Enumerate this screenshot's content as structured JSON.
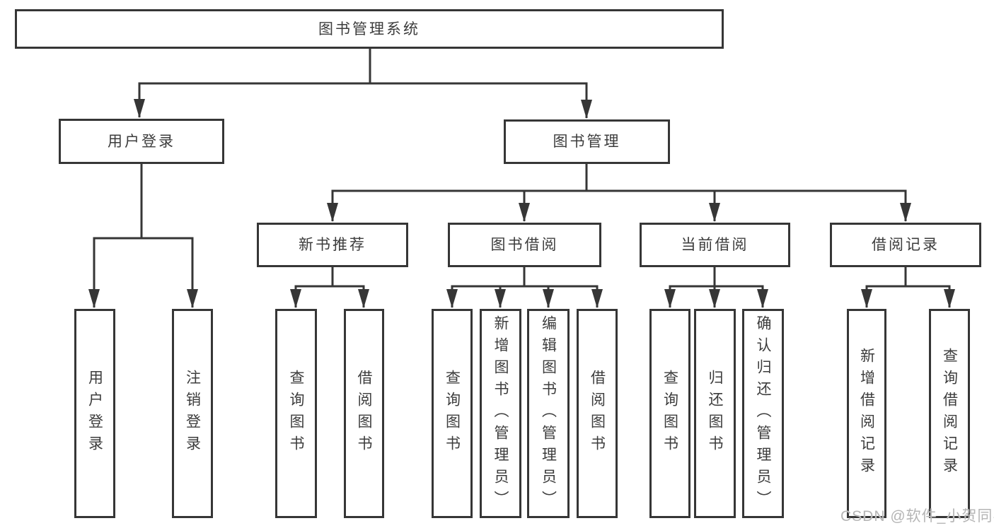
{
  "nodes": {
    "root": "图书管理系统",
    "userLogin": "用户登录",
    "bookMgmt": "图书管理",
    "newBookRec": "新书推荐",
    "bookBorrow": "图书借阅",
    "currentBorrow": "当前借阅",
    "borrowRecords": "借阅记录",
    "leafUserLogin": "用户登录",
    "leafLogout": "注销登录",
    "leafQueryBook1": "查询图书",
    "leafBorrowBook1": "借阅图书",
    "leafQueryBook2": "查询图书",
    "leafAddBook": "新增图书（管理员）",
    "leafEditBook": "编辑图书（管理员）",
    "leafBorrowBook2": "借阅图书",
    "leafQueryBook3": "查询图书",
    "leafReturnBook": "归还图书",
    "leafConfirmReturn": "确认归还（管理员）",
    "leafAddRecord": "新增借阅记录",
    "leafQueryRecord": "查询借阅记录"
  },
  "watermark": {
    "text": "CSDN @软件_小贺同学"
  },
  "colors": {
    "line": "#363636",
    "text": "#3c3c3c",
    "watermark": "#b5b5b5",
    "background": "#ffffff"
  }
}
